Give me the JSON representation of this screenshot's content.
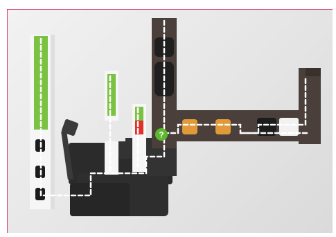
{
  "puzzle": {
    "hint_marker": "?",
    "colors": {
      "frame_border": "#d8406a",
      "machine_dark": "#2e2e2e",
      "machine_brown": "#4a3f3a",
      "pillar_white": "#f4f4f4",
      "level_green": "#7cc242",
      "level_red": "#e0302a",
      "hint_green": "#5cb82e",
      "container_orange": "#e09a3a",
      "path_dash": "#ffffff"
    },
    "gauges": [
      {
        "name": "tall-left",
        "fill_level": 1.0,
        "color": "green"
      },
      {
        "name": "middle",
        "fill_level": 0.9,
        "color": "green"
      },
      {
        "name": "short-right",
        "fill_level": 0.55,
        "color": "green-red"
      }
    ]
  }
}
